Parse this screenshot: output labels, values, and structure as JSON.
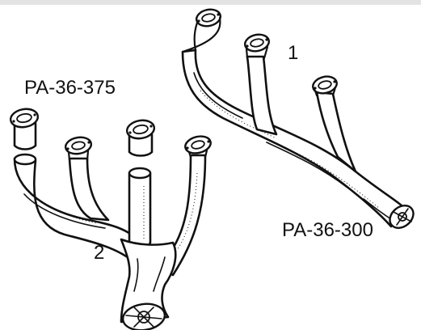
{
  "labels": {
    "part_a": "PA-36-375",
    "part_b": "PA-36-300",
    "callout_1": "1",
    "callout_2": "2"
  },
  "colors": {
    "background": "#ffffff",
    "top_bar": "#e3e3e3",
    "line_art": "#111111"
  }
}
